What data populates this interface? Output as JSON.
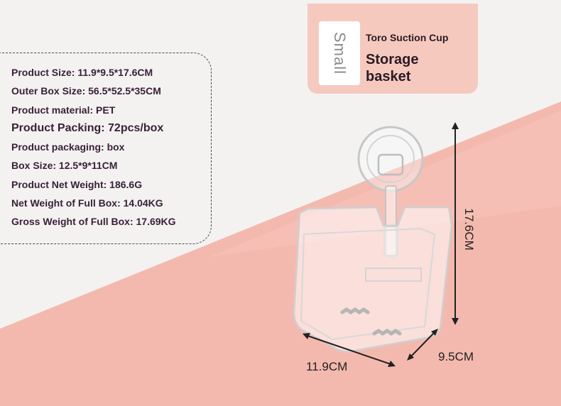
{
  "specs": {
    "items": [
      "Product Size: 11.9*9.5*17.6CM",
      "Outer Box Size: 56.5*52.5*35CM",
      "Product material: PET",
      "Product Packing: 72pcs/box",
      "Product packaging: box",
      "Box Size: 12.5*9*11CM",
      "Product Net Weight: 186.6G",
      "Net Weight of Full Box: 14.04KG",
      "Gross Weight of Full Box: 17.69KG"
    ]
  },
  "card": {
    "size_tag": "Small",
    "subtitle": "Toro Suction Cup",
    "title": "Storage basket"
  },
  "dimensions": {
    "height": "17.6CM",
    "width": "11.9CM",
    "depth": "9.5CM"
  },
  "colors": {
    "background": "#f3f2f1",
    "pink": "#f4b9ae",
    "card_pink": "#f6c9bf",
    "text_dark": "#3a1f38"
  }
}
